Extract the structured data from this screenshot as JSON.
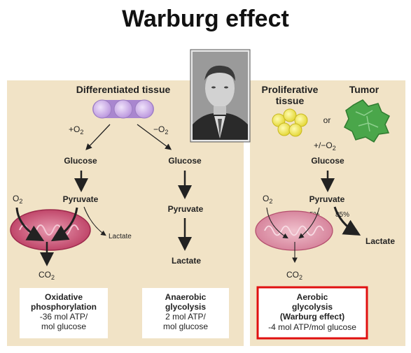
{
  "title": "Warburg effect",
  "left_panel": {
    "heading": "Differentiated tissue",
    "plus_o2": "+O",
    "minus_o2": "−O",
    "o2_sub": "2",
    "glucose_left": "Glucose",
    "pyruvate_left": "Pyruvate",
    "o2_label": "O",
    "lactate_small": "Lactate",
    "co2_label": "CO",
    "glucose_right": "Glucose",
    "pyruvate_right": "Pyruvate",
    "lactate_right": "Lactate",
    "box_oxphos": {
      "line1": "Oxidative",
      "line2": "phosphorylation",
      "line3": "-36 mol ATP/",
      "line4": "mol glucose"
    },
    "box_anaerobic": {
      "line1": "Anaerobic",
      "line2": "glycolysis",
      "line3": "2 mol ATP/",
      "line4": "mol glucose"
    }
  },
  "right_panel": {
    "proliferative_line1": "Proliferative",
    "proliferative_line2": "tissue",
    "or_label": "or",
    "tumor_label": "Tumor",
    "plus_minus_o2": "+/−O",
    "o2_sub": "2",
    "glucose": "Glucose",
    "pyruvate": "Pyruvate",
    "o2_label": "O",
    "pct_5": "5%",
    "pct_85": "85%",
    "lactate": "Lactate",
    "co2_label": "CO",
    "box_aerobic": {
      "line1": "Aerobic",
      "line2": "glycolysis",
      "line3": "(Warburg effect)",
      "line4": "-4 mol ATP/mol glucose"
    }
  },
  "colors": {
    "panel_bg": "#f1e3c6",
    "mito": "#c4406a",
    "mito_light": "#d9859f",
    "cell": "#cdb0e6",
    "yellow_cell": "#f2ea4a",
    "tumor": "#4aa64a",
    "highlight_border": "#e01010"
  },
  "icons": [
    "portrait-photo",
    "cell-icon",
    "mitochondrion-icon",
    "tumor-cell-icon"
  ]
}
